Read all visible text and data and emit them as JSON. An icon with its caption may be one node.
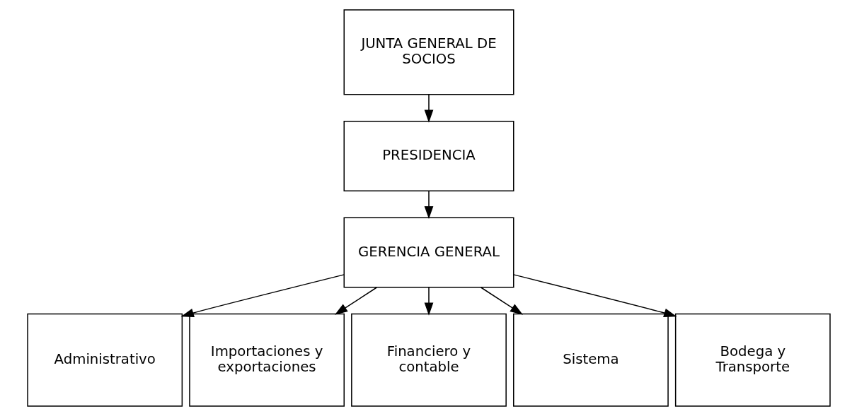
{
  "diagram": {
    "nodes": [
      {
        "text": [
          "JUNTA GENERAL DE SOCIOS"
        ]
      },
      {
        "text": [
          "PRESIDENCIA"
        ]
      },
      {
        "text": [
          "GERENCIA GENERAL"
        ]
      },
      {
        "text": [
          "Administrativo"
        ]
      },
      {
        "text": [
          "Importaciones y exportaciones"
        ]
      },
      {
        "text": [
          "Financiero y contable"
        ]
      },
      {
        "text": [
          "Sistema"
        ]
      },
      {
        "text": [
          "Bodega y Transporte"
        ]
      }
    ],
    "edges": [
      {
        "from": 0,
        "to": 1,
        "arrow": "to"
      },
      {
        "from": 1,
        "to": 2,
        "arrow": "to"
      },
      {
        "from": 2,
        "to": 3,
        "arrow": "to"
      },
      {
        "from": 2,
        "to": 4,
        "arrow": "to"
      },
      {
        "from": 2,
        "to": 5,
        "arrow": "to"
      },
      {
        "from": 2,
        "to": 6,
        "arrow": "to"
      },
      {
        "from": 2,
        "to": 7,
        "arrow": "to"
      }
    ]
  }
}
